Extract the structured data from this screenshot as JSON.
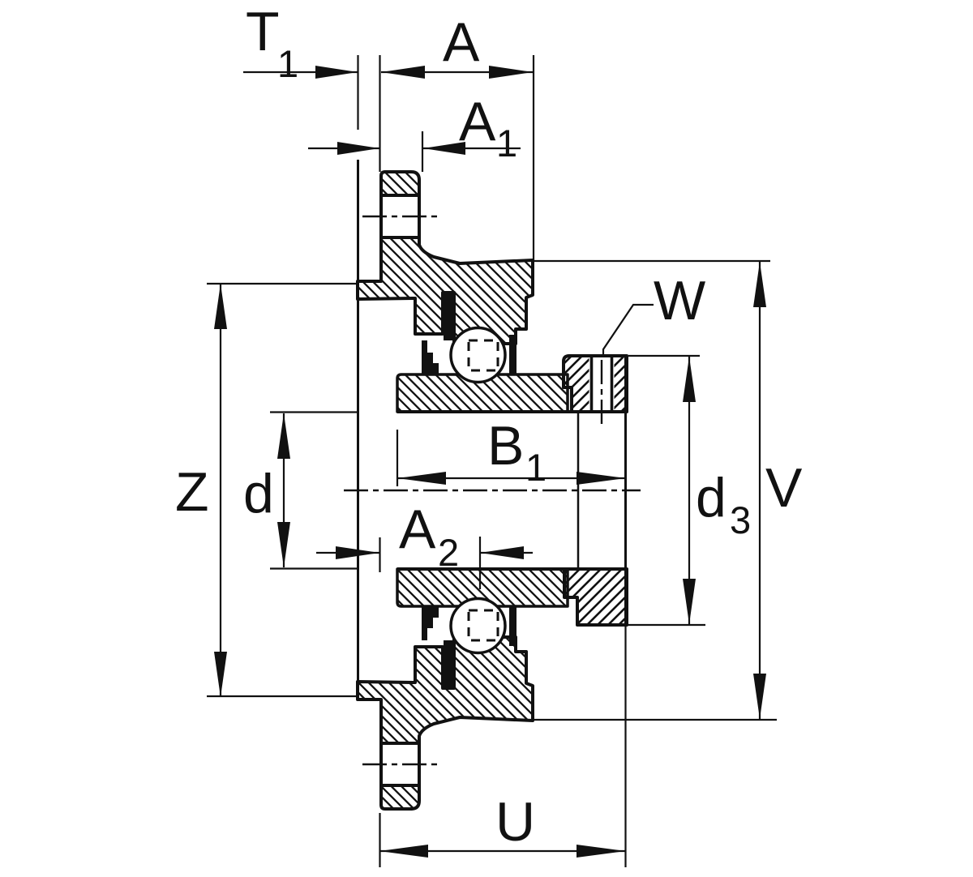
{
  "drawing": {
    "title": "flanged-bearing-unit-section-drawing",
    "background_color": "#ffffff",
    "ink_color": "#111111",
    "labels": {
      "t1": {
        "base": "T",
        "sub": "1"
      },
      "a": {
        "base": "A",
        "sub": ""
      },
      "a1": {
        "base": "A",
        "sub": "1"
      },
      "a2": {
        "base": "A",
        "sub": "2"
      },
      "b1": {
        "base": "B",
        "sub": "1"
      },
      "w": {
        "base": "W",
        "sub": ""
      },
      "z": {
        "base": "Z",
        "sub": ""
      },
      "d": {
        "base": "d",
        "sub": ""
      },
      "d3": {
        "base": "d",
        "sub": "3"
      },
      "v": {
        "base": "V",
        "sub": ""
      },
      "u": {
        "base": "U",
        "sub": ""
      }
    }
  }
}
